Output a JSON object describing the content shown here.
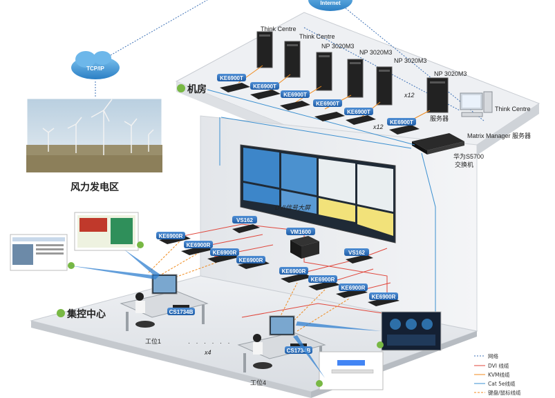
{
  "internet_label": "Internet",
  "tcpip_label": "TCP/IP",
  "wind_area_label": "风力发电区",
  "machine_room_label": "机房",
  "control_center_label": "集控中心",
  "servers": [
    {
      "label": "Think Centre"
    },
    {
      "label": "Think Centre"
    },
    {
      "label": "NP 3020M3"
    },
    {
      "label": "NP 3020M3"
    },
    {
      "label": "NP 3020M3"
    },
    {
      "label": "NP 3020M3"
    }
  ],
  "server_caption": "服务器",
  "x12_a": "x12",
  "x12_b": "x12",
  "mm_pc_label": "Think Centre",
  "mm_server_label": "Matrix Manager 服务器",
  "switch_label_1": "华为S5700",
  "switch_label_2": "交换机",
  "ke6900t": [
    "KE6900T",
    "KE6900T",
    "KE6900T",
    "KE6900T",
    "KE6900T",
    "KE6900T"
  ],
  "big_screen_label": "DVI信号大屏",
  "vs162_a": "VS162",
  "vs162_b": "VS162",
  "vm1600": "VM1600",
  "ke6900r": [
    "KE6900R",
    "KE6900R",
    "KE6900R",
    "KE6900R",
    "KE6900R",
    "KE6900R",
    "KE6900R",
    "KE6900R"
  ],
  "cs1734b_a": "CS1734B",
  "cs1734b_b": "CS1734B",
  "workstation_1": "工位1",
  "workstation_4": "工位4",
  "x4": "x4",
  "legend": [
    {
      "label": "网络",
      "color": "#3a6fb5",
      "style": "dotted"
    },
    {
      "label": "DVI 线缆",
      "color": "#e0453a",
      "style": "solid"
    },
    {
      "label": "KVM线缆",
      "color": "#f08a1c",
      "style": "solid"
    },
    {
      "label": "Cat 5e线缆",
      "color": "#3a8fd0",
      "style": "solid"
    },
    {
      "label": "键盘/鼠标线缆",
      "color": "#f08a1c",
      "style": "dotted"
    }
  ]
}
